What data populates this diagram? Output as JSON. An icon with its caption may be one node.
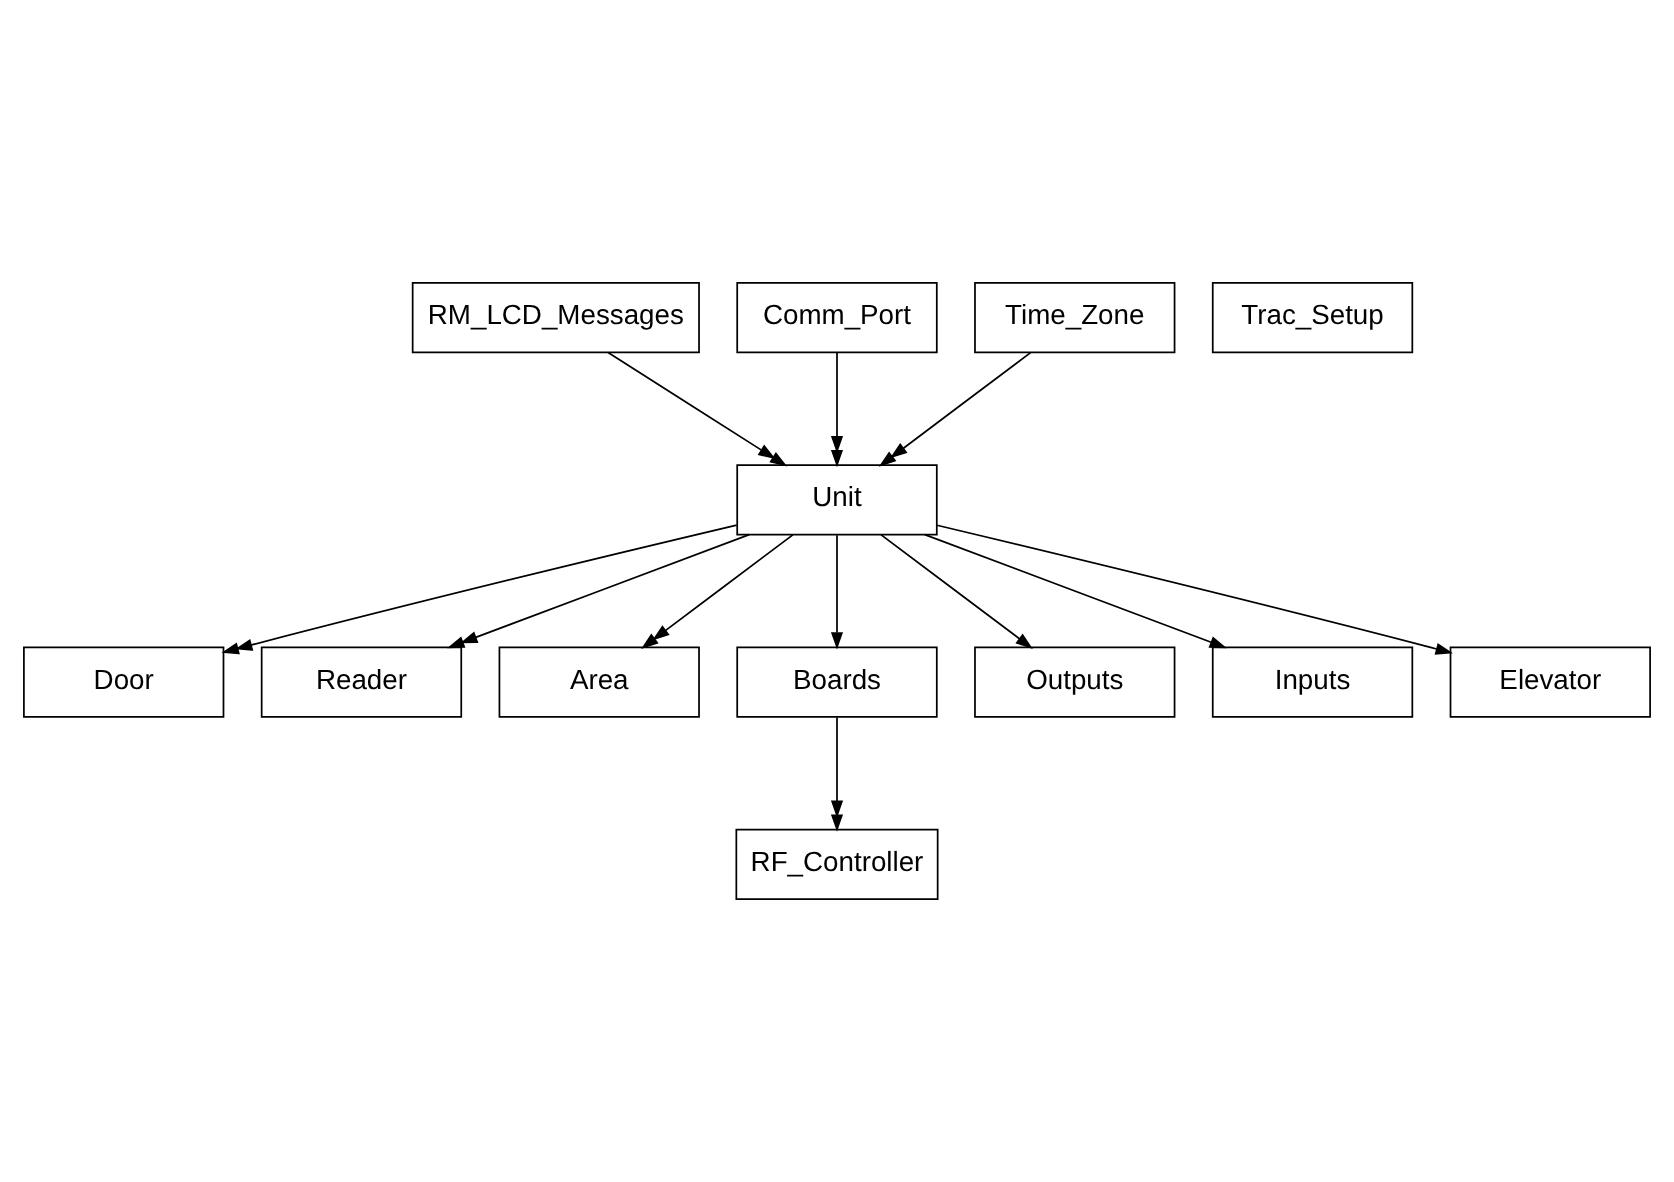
{
  "diagram": {
    "nodes": [
      {
        "text": [
          "RM_LCD_Messages"
        ]
      },
      {
        "text": [
          "Door"
        ]
      },
      {
        "text": [
          "Unit"
        ]
      },
      {
        "text": [
          "Comm_Port"
        ]
      },
      {
        "text": [
          "Reader"
        ]
      },
      {
        "text": [
          "Area"
        ]
      },
      {
        "text": [
          "Time_Zone"
        ]
      },
      {
        "text": [
          "Boards"
        ]
      },
      {
        "text": [
          "Outputs"
        ]
      },
      {
        "text": [
          "Inputs"
        ]
      },
      {
        "text": [
          "Elevator"
        ]
      },
      {
        "text": [
          "RF_Controller"
        ]
      },
      {
        "text": [
          "Trac_Setup"
        ]
      }
    ],
    "edges": [
      {
        "from": 2,
        "to": 1,
        "arrow": "to"
      },
      {
        "from": 2,
        "to": 4,
        "arrow": "to"
      },
      {
        "from": 6,
        "to": 2,
        "arrow": "to"
      },
      {
        "from": 0,
        "to": 2,
        "arrow": "to"
      },
      {
        "from": 3,
        "to": 2,
        "arrow": "to"
      },
      {
        "from": 2,
        "to": 5,
        "arrow": "to"
      },
      {
        "from": 2,
        "to": 7,
        "arrow": "to"
      },
      {
        "from": 2,
        "to": 8,
        "arrow": "to"
      },
      {
        "from": 2,
        "to": 9,
        "arrow": "to"
      },
      {
        "from": 2,
        "to": 10,
        "arrow": "to"
      },
      {
        "from": 7,
        "to": 11,
        "arrow": "to"
      }
    ]
  }
}
